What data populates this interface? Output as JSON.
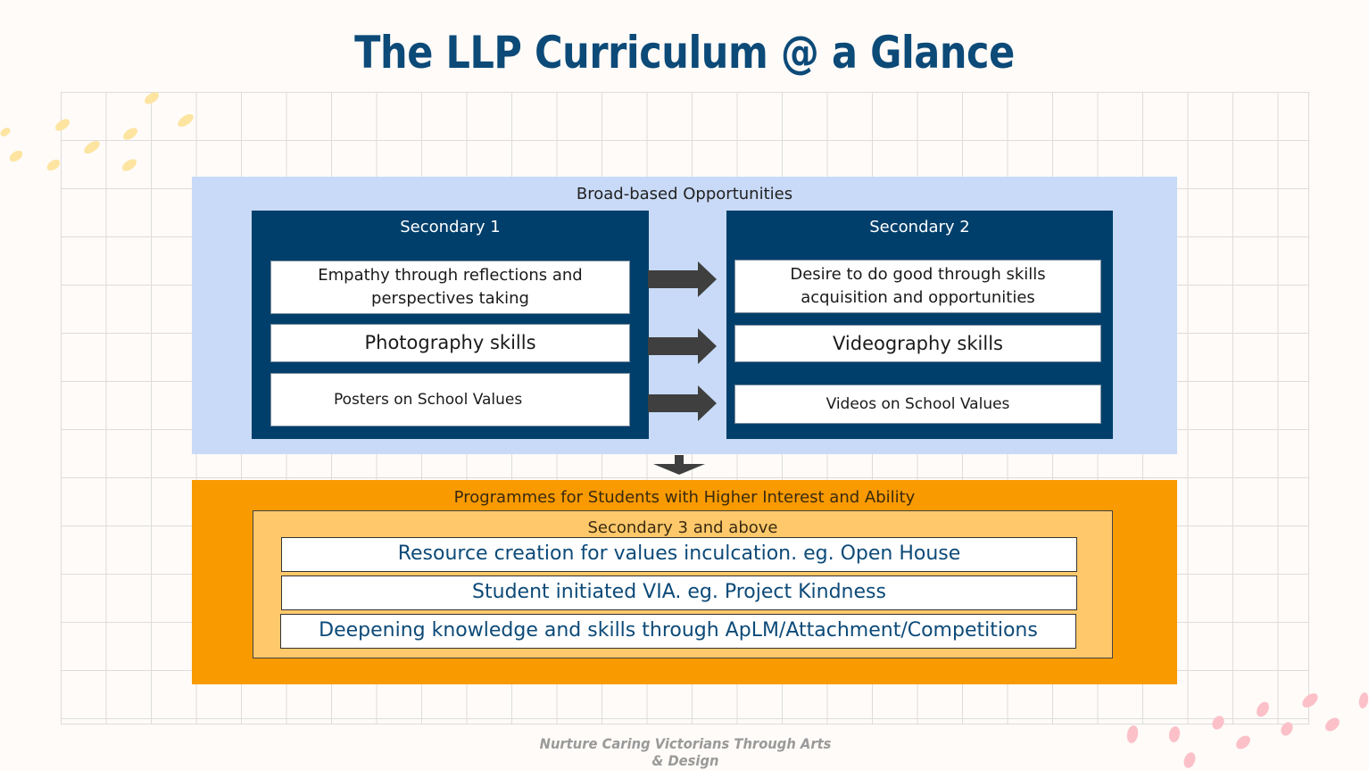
{
  "title": "The LLP Curriculum @ a Glance",
  "broad": {
    "heading": "Broad-based Opportunities",
    "sec1": {
      "heading": "Secondary 1",
      "items": [
        "Empathy through reflections and perspectives taking",
        "Photography skills",
        "Posters on School Values"
      ]
    },
    "sec2": {
      "heading": "Secondary 2",
      "items": [
        "Desire to do good through skills acquisition and opportunities",
        "Videography skills",
        "Videos on School Values"
      ]
    }
  },
  "higher": {
    "heading": "Programmes for Students with Higher Interest and Ability",
    "sub_heading": "Secondary 3 and above",
    "items": [
      "Resource creation for values inculcation. eg. Open House",
      "Student initiated VIA. eg. Project Kindness",
      "Deepening knowledge and skills through ApLM/Attachment/Competitions"
    ]
  },
  "footer": "Nurture Caring Victorians Through Arts & Design",
  "colors": {
    "navy": "#003f6b",
    "light_blue": "#c8daf7",
    "orange": "#f89a00",
    "yellow": "#ffc96b",
    "title": "#0c4a78"
  }
}
